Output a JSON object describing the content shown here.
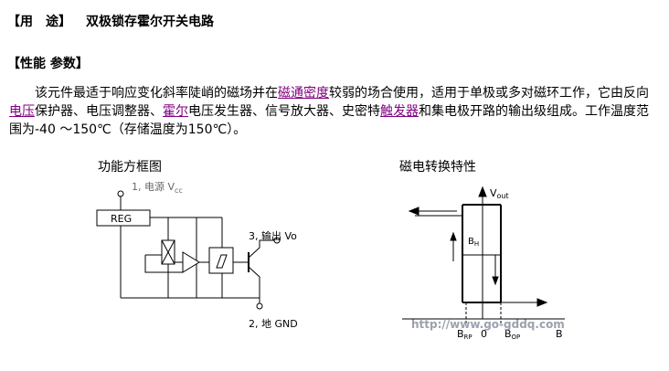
{
  "title": {
    "label": "【用　途】",
    "text": "双极锁存霍尔开关电路"
  },
  "section": {
    "label": "【性能 参数】"
  },
  "paragraph": {
    "part1": "该元件最适于响应变化斜率陡峭的磁场并在",
    "link1": "磁通密度",
    "part2": "较弱的场合使用，适用于单极或多对磁环工作，它由反向",
    "link2": "电压",
    "part3": "保护器、电压调整器、",
    "link3": "霍尔",
    "part4": "电压发生器、信号放大器、史密特",
    "link4": "触发器",
    "part5": "和集电极开路的输出级组成。工作温度范围为-40 ～150℃（存储温度为150℃）。"
  },
  "captions": {
    "functional_block": "功能方框图",
    "transfer_characteristic": "磁电转换特性"
  },
  "block_diagram": {
    "pin1_label": "1, 电源 V",
    "pin1_sub": "cc",
    "reg_label": "REG",
    "pin3_label": "3, 输出 Vo",
    "pin2_label": "2, 地 GND"
  },
  "characteristic": {
    "y_label": "V",
    "y_sub": "out",
    "bh_label": "B",
    "bh_sub": "H",
    "brp_label": "B",
    "brp_sub": "RP",
    "zero_label": "0",
    "bop_label": "B",
    "bop_sub": "OP",
    "x_label": "B",
    "watermark": "http://www.go-gddq.com"
  }
}
